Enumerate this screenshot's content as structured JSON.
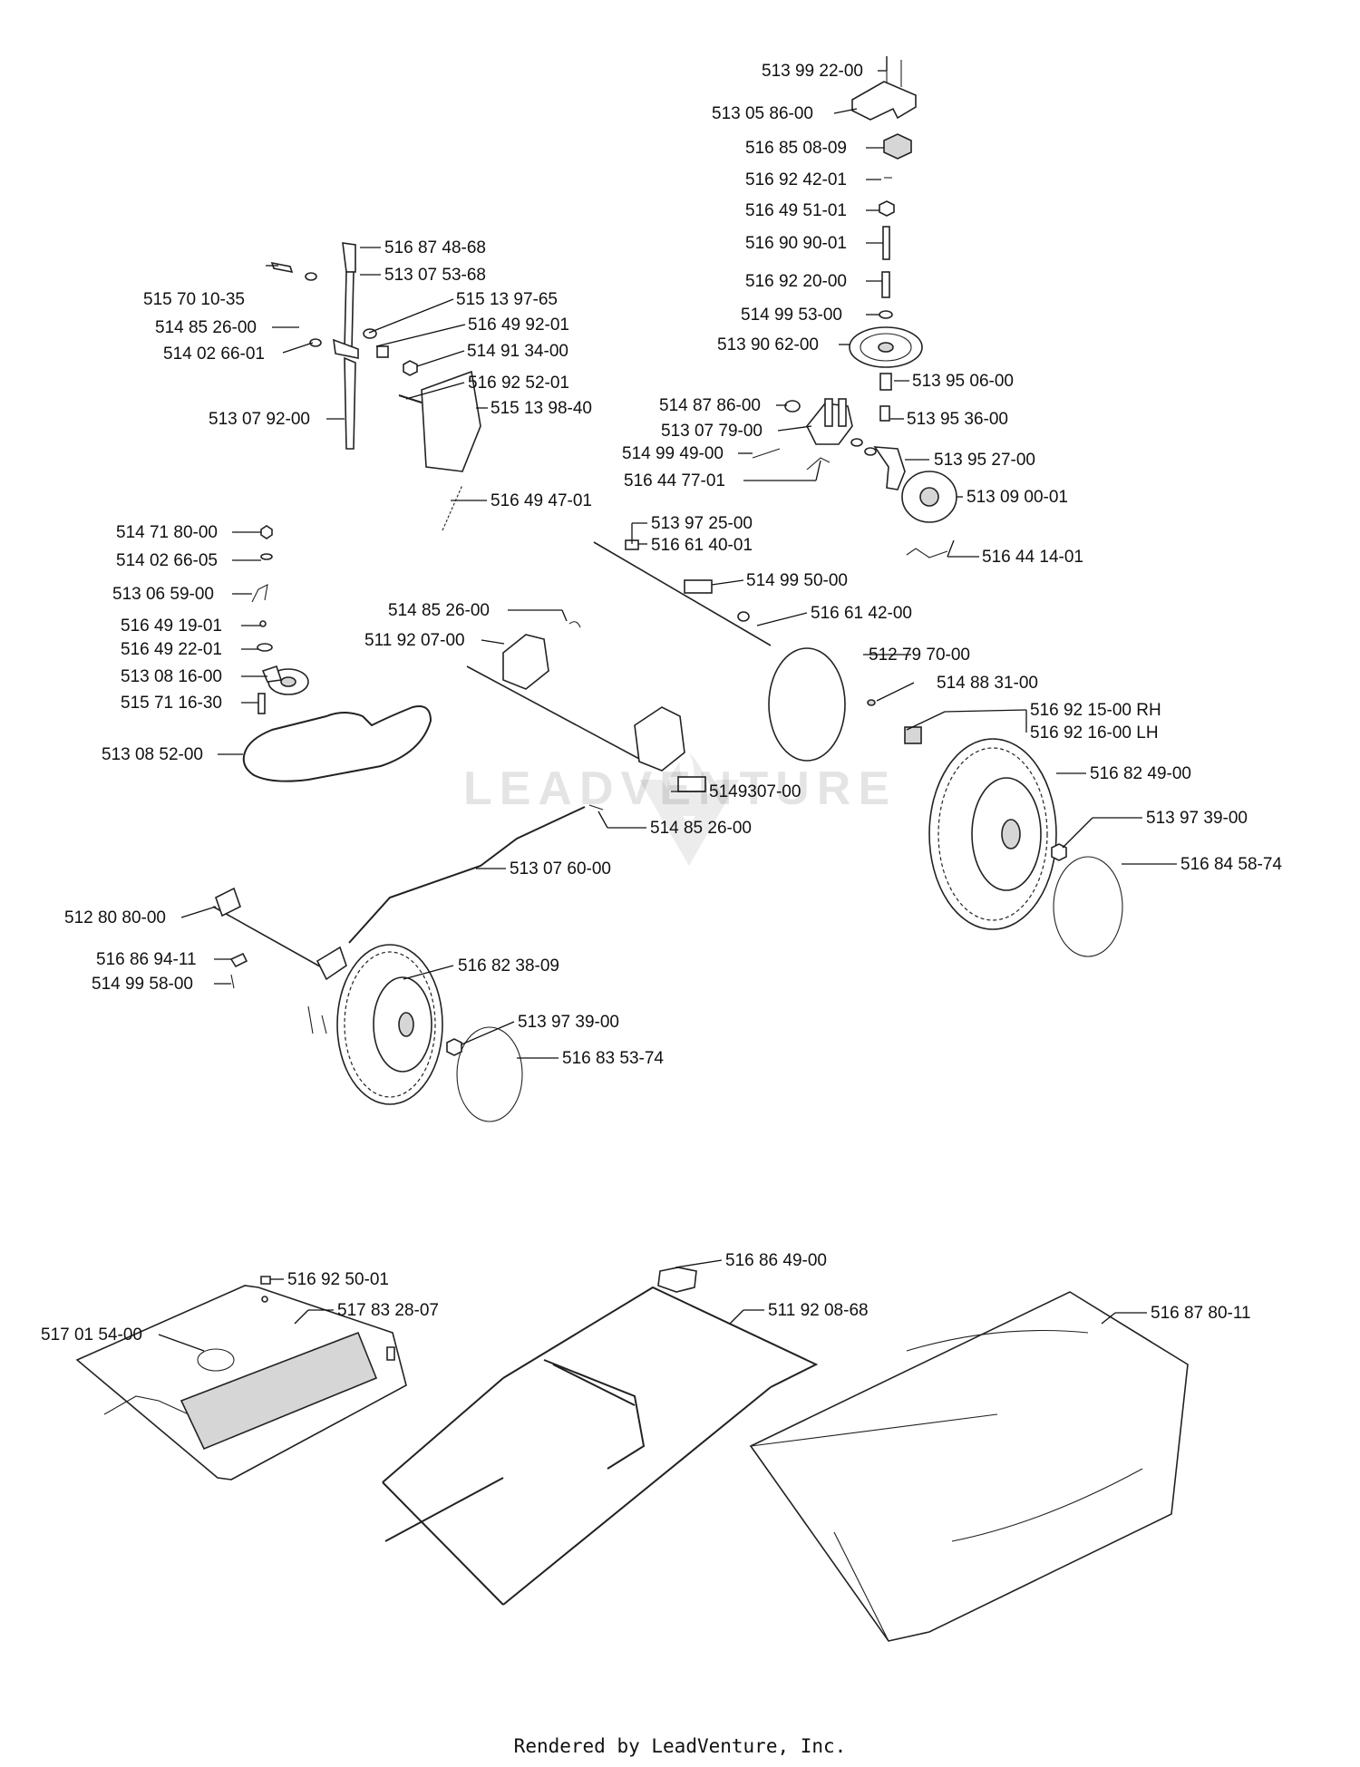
{
  "diagram": {
    "labels": [
      "513 99 22-00",
      "513 05 86-00",
      "516 85 08-09",
      "516 92 42-01",
      "516 49 51-01",
      "516 90 90-01",
      "516 92 20-00",
      "514 99 53-00",
      "513 90 62-00",
      "513 95 06-00",
      "513 95 36-00",
      "514 87 86-00",
      "513 07 79-00",
      "514 99 49-00",
      "516 44 77-01",
      "513 95 27-00",
      "513 09 00-01",
      "516 44 14-01",
      "516 87 48-68",
      "513 07 53-68",
      "515 70 10-35",
      "515 13 97-65",
      "514 85 26-00",
      "516 49 92-01",
      "514 02 66-01",
      "514 91 34-00",
      "516 92 52-01",
      "515 13 98-40",
      "513 07 92-00",
      "516 49 47-01",
      "514 71 80-00",
      "514 02 66-05",
      "513 06 59-00",
      "516 49 19-01",
      "516 49 22-01",
      "513 08 16-00",
      "515 71 16-30",
      "513 08 52-00",
      "513 97 25-00",
      "516 61 40-01",
      "514 99 50-00",
      "516 61 42-00",
      "514 85 26-00",
      "511 92 07-00",
      "512 79 70-00",
      "514 88 31-00",
      "516 92 15-00 RH",
      "516 92 16-00 LH",
      "516 82 49-00",
      "5149307-00",
      "514 85 26-00",
      "513 97 39-00",
      "516 84 58-74",
      "513 07 60-00",
      "512 80 80-00",
      "516 86 94-11",
      "514 99 58-00",
      "516 82 38-09",
      "513 97 39-00",
      "516 83 53-74",
      "516 86 49-00",
      "516 92 50-01",
      "517 83 28-07",
      "511 92 08-68",
      "516 87 80-11",
      "517 01 54-00"
    ]
  },
  "watermark": "LEADVENTURE",
  "footer": "Rendered by LeadVenture, Inc."
}
